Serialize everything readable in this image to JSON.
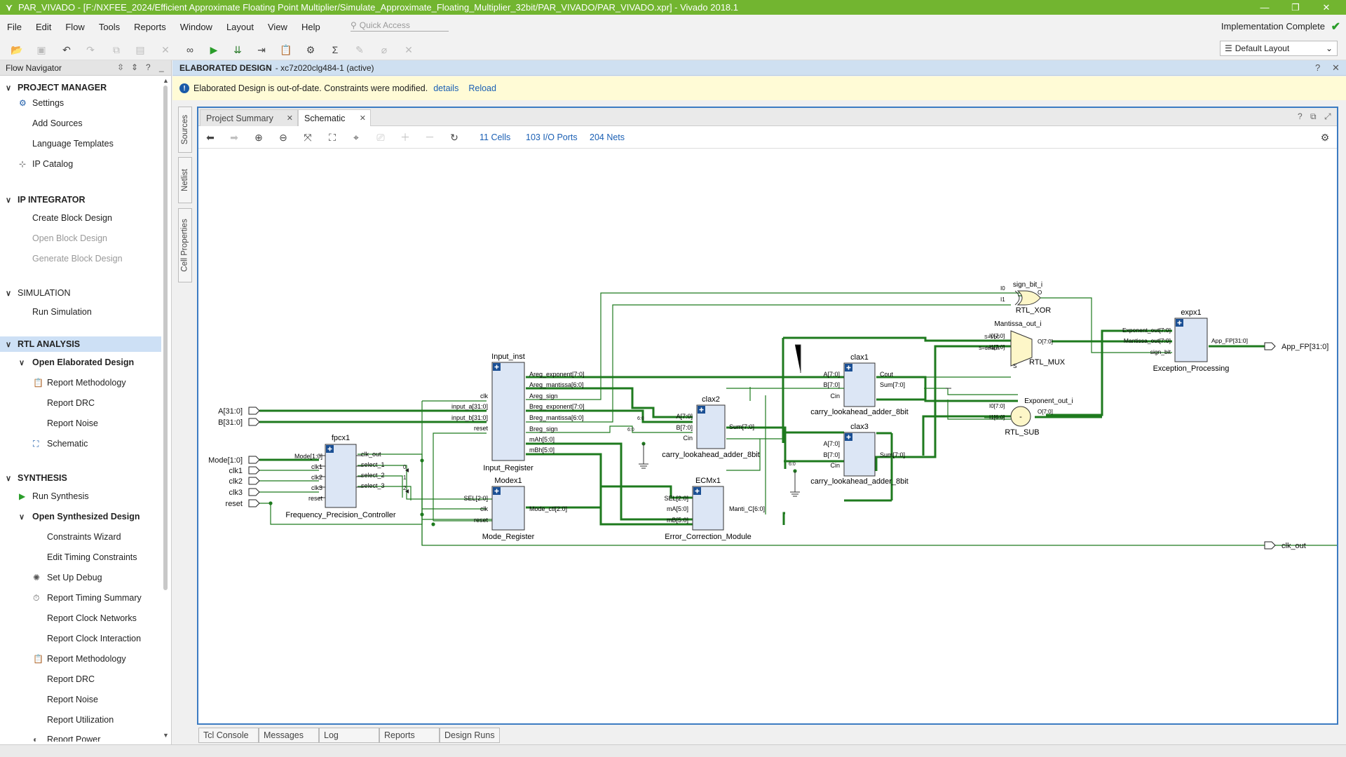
{
  "window": {
    "title": "PAR_VIVADO - [F:/NXFEE_2024/Efficient Approximate Floating Point Multiplier/Simulate_Approximate_Floating_Multiplier_32bit/PAR_VIVADO/PAR_VIVADO.xpr] - Vivado 2018.1"
  },
  "menu": [
    "File",
    "Edit",
    "Flow",
    "Tools",
    "Reports",
    "Window",
    "Layout",
    "View",
    "Help"
  ],
  "quick_access": {
    "placeholder": "Quick Access"
  },
  "status": {
    "implementation": "Implementation Complete"
  },
  "layout_select": {
    "value": "Default Layout"
  },
  "flow_navigator": {
    "title": "Flow Navigator",
    "sections": {
      "project_manager": {
        "label": "PROJECT MANAGER",
        "items": [
          "Settings",
          "Add Sources",
          "Language Templates",
          "IP Catalog"
        ]
      },
      "ip_integrator": {
        "label": "IP INTEGRATOR",
        "items": [
          "Create Block Design",
          "Open Block Design",
          "Generate Block Design"
        ]
      },
      "simulation": {
        "label": "SIMULATION",
        "items": [
          "Run Simulation"
        ]
      },
      "rtl_analysis": {
        "label": "RTL ANALYSIS",
        "items": [
          "Open Elaborated Design",
          "Report Methodology",
          "Report DRC",
          "Report Noise",
          "Schematic"
        ]
      },
      "synthesis": {
        "label": "SYNTHESIS",
        "items": [
          "Run Synthesis",
          "Open Synthesized Design",
          "Constraints Wizard",
          "Edit Timing Constraints",
          "Set Up Debug",
          "Report Timing Summary",
          "Report Clock Networks",
          "Report Clock Interaction",
          "Report Methodology",
          "Report DRC",
          "Report Noise",
          "Report Utilization",
          "Report Power"
        ]
      }
    }
  },
  "editor": {
    "header_title": "ELABORATED DESIGN",
    "header_part": "- xc7z020clg484-1",
    "header_status": "(active)",
    "warning": "Elaborated Design is out-of-date. Constraints were modified.",
    "warning_links": [
      "details",
      "Reload"
    ],
    "side_tabs": [
      "Sources",
      "Netlist",
      "Cell Properties"
    ],
    "tabs": [
      "Project Summary",
      "Schematic"
    ],
    "schematic_stats": [
      "11 Cells",
      "103 I/O Ports",
      "204 Nets"
    ]
  },
  "bottom_tabs": [
    "Tcl Console",
    "Messages",
    "Log",
    "Reports",
    "Design Runs"
  ],
  "schematic": {
    "ports_in": [
      "A[31:0]",
      "B[31:0]",
      "Mode[1:0]",
      "clk1",
      "clk2",
      "clk3",
      "reset"
    ],
    "ports_out": [
      "App_FP[31:0]",
      "clk_out"
    ],
    "fpcx1": {
      "inst": "fpcx1",
      "type": "Frequency_Precision_Controller",
      "in": [
        "Mode[1:0]",
        "clk1",
        "clk2",
        "clk3",
        "reset"
      ],
      "out": [
        "clk_out",
        "select_1",
        "select_2",
        "select_3"
      ]
    },
    "mux_labels": [
      "0",
      "1",
      "2"
    ],
    "input_inst": {
      "inst": "Input_inst",
      "type": "Input_Register",
      "in": [
        "clk",
        "input_a[31:0]",
        "input_b[31:0]",
        "reset"
      ],
      "out": [
        "Areg_exponent[7:0]",
        "Areg_mantissa[6:0]",
        "Areg_sign",
        "Breg_exponent[7:0]",
        "Breg_mantissa[6:0]",
        "Breg_sign",
        "mAh[5:0]",
        "mBh[5:0]"
      ]
    },
    "modex1": {
      "inst": "Modex1",
      "type": "Mode_Register",
      "in": [
        "SEL[2:0]",
        "clk",
        "reset"
      ],
      "out": [
        "Mode_ctl[2:0]"
      ]
    },
    "clax2": {
      "inst": "clax2",
      "type": "carry_lookahead_adder_8bit",
      "in": [
        "A[7:0]",
        "B[7:0]",
        "Cin"
      ],
      "out": [
        "Sum[7:0]"
      ]
    },
    "clax1": {
      "inst": "clax1",
      "type": "carry_lookahead_adder_8bit",
      "in": [
        "A[7:0]",
        "B[7:0]",
        "Cin"
      ],
      "out": [
        "Cout",
        "Sum[7:0]"
      ]
    },
    "clax3": {
      "inst": "clax3",
      "type": "carry_lookahead_adder_8bit",
      "in": [
        "A[7:0]",
        "B[7:0]",
        "Cin"
      ],
      "out": [
        "Sum[7:0]"
      ]
    },
    "ecmx1": {
      "inst": "ECMx1",
      "type": "Error_Correction_Module",
      "in": [
        "SEL[2:0]",
        "mA[5:0]",
        "mB[5:0]"
      ],
      "out": [
        "Manti_C[6:0]"
      ]
    },
    "sign_xor": {
      "inst": "sign_bit_i",
      "type": "RTL_XOR",
      "in": [
        "I0",
        "I1"
      ],
      "out": "O"
    },
    "mant_mux": {
      "inst": "Mantissa_out_i",
      "type": "RTL_MUX",
      "in": [
        "I0[7:0]",
        "I1[7:0]"
      ],
      "out": "O[7:0]",
      "sel": "S",
      "cond": [
        "S=1'b0",
        "S=default"
      ]
    },
    "exp_sub": {
      "inst": "Exponent_out_i",
      "type": "RTL_SUB",
      "in": [
        "I0[7:0]",
        "I1[6:0]"
      ],
      "out": "O[7:0]",
      "sym": "-"
    },
    "expx1": {
      "inst": "expx1",
      "type": "Exception_Processing",
      "in": [
        "Exponent_out[7:0]",
        "Mantissa_out[7:0]",
        "sign_bit"
      ],
      "out": [
        "App_FP[31:0]"
      ]
    },
    "bus_labels": [
      "6:0",
      "6:0",
      "6:0"
    ]
  },
  "colors": {
    "title_bar": "#72b530",
    "wire": "#1e7a1e",
    "link": "#1a5fb4",
    "cell_fill": "#dce6f5",
    "gate_fill": "#fdf6c8"
  }
}
